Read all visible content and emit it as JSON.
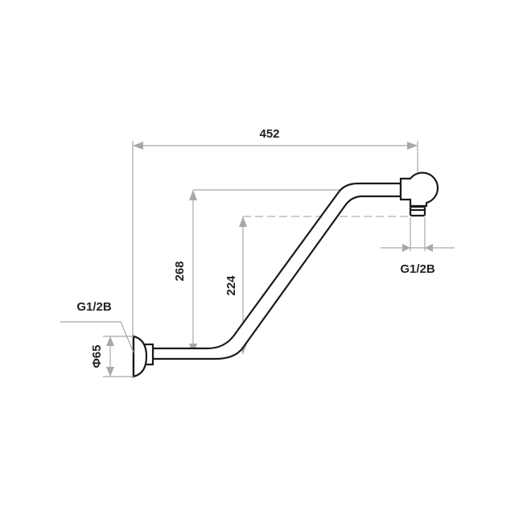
{
  "drawing": {
    "overall_length": "452",
    "outer_rise": "268",
    "inner_rise": "224",
    "flange_diameter": "Φ65",
    "inlet_thread": "G1/2B",
    "outlet_thread": "G1/2B"
  },
  "colors": {
    "line": "#1a1a1a",
    "dimension": "#a8a8a8"
  }
}
